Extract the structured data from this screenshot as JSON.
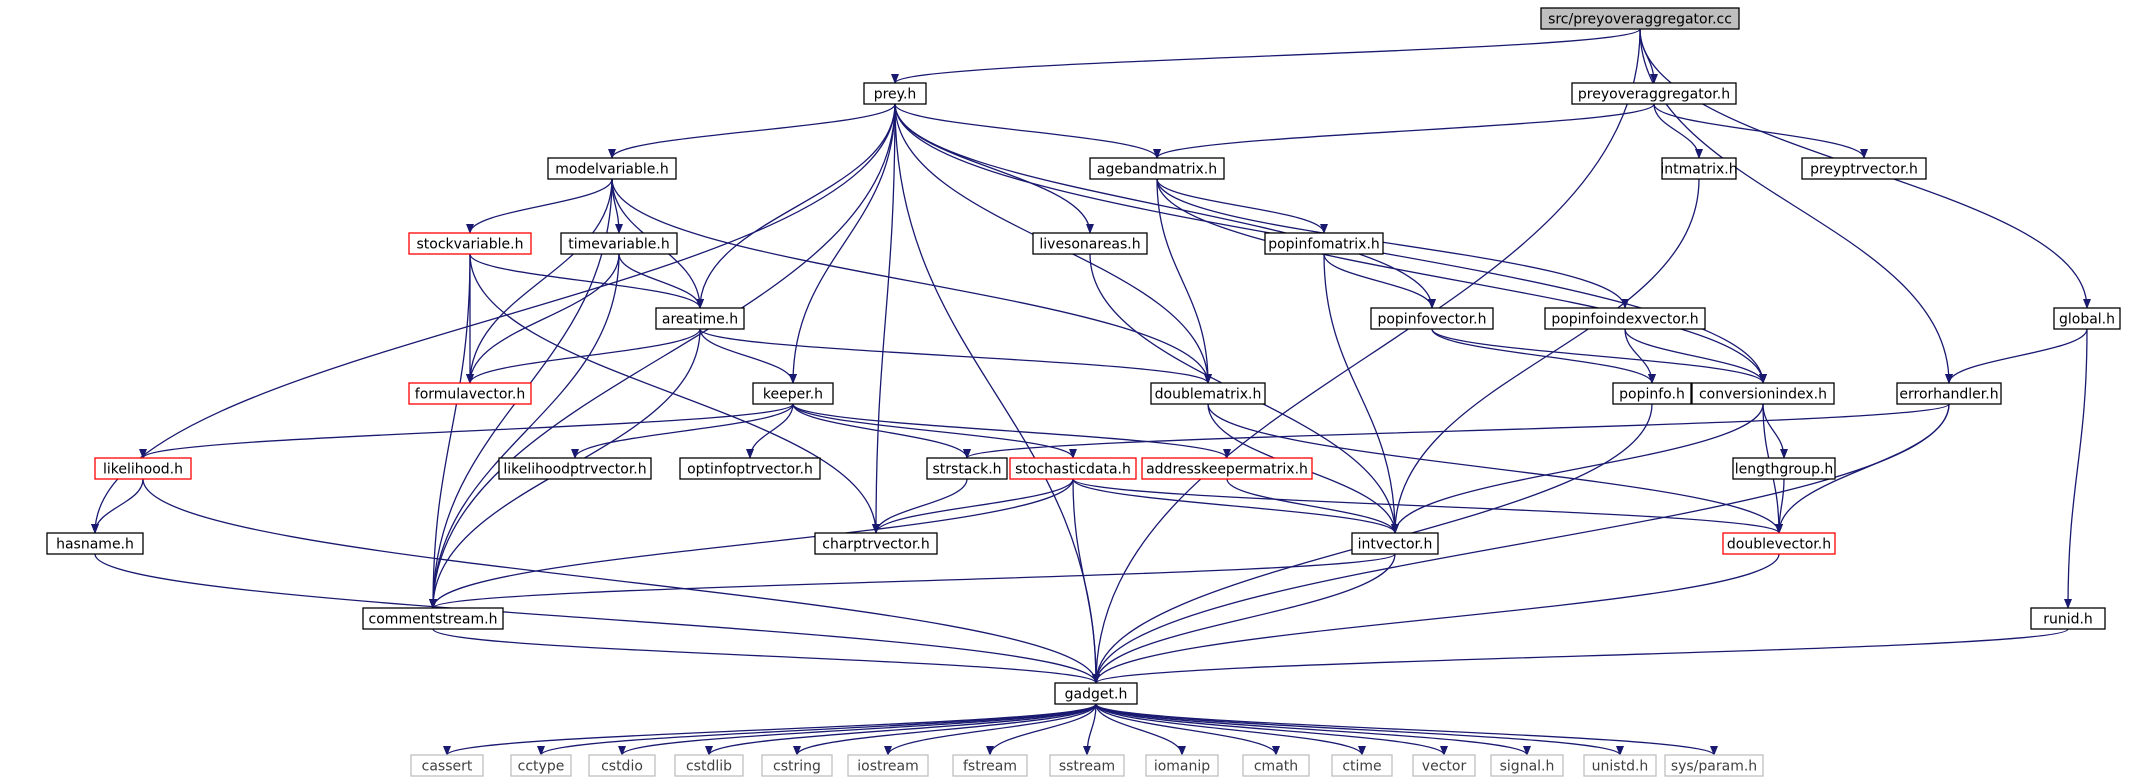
{
  "colors": {
    "edge": "#191970",
    "root_fill": "#bfbfbf",
    "node_border": "#000000",
    "missing_border": "#ff0000",
    "system_border": "#bfbfbf",
    "system_text": "#404040",
    "text": "#000000"
  },
  "nodes": [
    {
      "id": "root",
      "label": "src/preyoveraggregator.cc",
      "kind": "root"
    },
    {
      "id": "prey",
      "label": "prey.h",
      "kind": "normal"
    },
    {
      "id": "preyoveraggregator_h",
      "label": "preyoveraggregator.h",
      "kind": "normal"
    },
    {
      "id": "modelvariable",
      "label": "modelvariable.h",
      "kind": "normal"
    },
    {
      "id": "agebandmatrix",
      "label": "agebandmatrix.h",
      "kind": "normal"
    },
    {
      "id": "intmatrix",
      "label": "intmatrix.h",
      "kind": "normal"
    },
    {
      "id": "preyptrvector",
      "label": "preyptrvector.h",
      "kind": "normal"
    },
    {
      "id": "stockvariable",
      "label": "stockvariable.h",
      "kind": "missing"
    },
    {
      "id": "timevariable",
      "label": "timevariable.h",
      "kind": "normal"
    },
    {
      "id": "livesonareas",
      "label": "livesonareas.h",
      "kind": "normal"
    },
    {
      "id": "popinfomatrix",
      "label": "popinfomatrix.h",
      "kind": "normal"
    },
    {
      "id": "areatime",
      "label": "areatime.h",
      "kind": "normal"
    },
    {
      "id": "popinfovector",
      "label": "popinfovector.h",
      "kind": "normal"
    },
    {
      "id": "popinfoindexvector",
      "label": "popinfoindexvector.h",
      "kind": "normal"
    },
    {
      "id": "global",
      "label": "global.h",
      "kind": "normal"
    },
    {
      "id": "formulavector",
      "label": "formulavector.h",
      "kind": "missing"
    },
    {
      "id": "keeper",
      "label": "keeper.h",
      "kind": "normal"
    },
    {
      "id": "doublematrix",
      "label": "doublematrix.h",
      "kind": "normal"
    },
    {
      "id": "popinfo",
      "label": "popinfo.h",
      "kind": "normal"
    },
    {
      "id": "conversionindex",
      "label": "conversionindex.h",
      "kind": "normal"
    },
    {
      "id": "errorhandler",
      "label": "errorhandler.h",
      "kind": "normal"
    },
    {
      "id": "likelihood",
      "label": "likelihood.h",
      "kind": "missing"
    },
    {
      "id": "likelihoodptrvector",
      "label": "likelihoodptrvector.h",
      "kind": "normal"
    },
    {
      "id": "optinfoptrvector",
      "label": "optinfoptrvector.h",
      "kind": "normal"
    },
    {
      "id": "strstack",
      "label": "strstack.h",
      "kind": "normal"
    },
    {
      "id": "stochasticdata",
      "label": "stochasticdata.h",
      "kind": "missing"
    },
    {
      "id": "addresskeepermatrix",
      "label": "addresskeepermatrix.h",
      "kind": "missing"
    },
    {
      "id": "lengthgroup",
      "label": "lengthgroup.h",
      "kind": "normal"
    },
    {
      "id": "hasname",
      "label": "hasname.h",
      "kind": "normal"
    },
    {
      "id": "charptrvector",
      "label": "charptrvector.h",
      "kind": "normal"
    },
    {
      "id": "intvector",
      "label": "intvector.h",
      "kind": "normal"
    },
    {
      "id": "doublevector",
      "label": "doublevector.h",
      "kind": "missing"
    },
    {
      "id": "commentstream",
      "label": "commentstream.h",
      "kind": "normal"
    },
    {
      "id": "runid",
      "label": "runid.h",
      "kind": "normal"
    },
    {
      "id": "gadget",
      "label": "gadget.h",
      "kind": "normal"
    },
    {
      "id": "cassert",
      "label": "cassert",
      "kind": "system"
    },
    {
      "id": "cctype",
      "label": "cctype",
      "kind": "system"
    },
    {
      "id": "cstdio",
      "label": "cstdio",
      "kind": "system"
    },
    {
      "id": "cstdlib",
      "label": "cstdlib",
      "kind": "system"
    },
    {
      "id": "cstring",
      "label": "cstring",
      "kind": "system"
    },
    {
      "id": "iostream",
      "label": "iostream",
      "kind": "system"
    },
    {
      "id": "fstream",
      "label": "fstream",
      "kind": "system"
    },
    {
      "id": "sstream",
      "label": "sstream",
      "kind": "system"
    },
    {
      "id": "iomanip",
      "label": "iomanip",
      "kind": "system"
    },
    {
      "id": "cmath",
      "label": "cmath",
      "kind": "system"
    },
    {
      "id": "ctime",
      "label": "ctime",
      "kind": "system"
    },
    {
      "id": "vector",
      "label": "vector",
      "kind": "system"
    },
    {
      "id": "signal",
      "label": "signal.h",
      "kind": "system"
    },
    {
      "id": "unistd",
      "label": "unistd.h",
      "kind": "system"
    },
    {
      "id": "sysparam",
      "label": "sys/param.h",
      "kind": "system"
    }
  ],
  "edges": [
    [
      "root",
      "prey"
    ],
    [
      "root",
      "preyoveraggregator_h"
    ],
    [
      "root",
      "errorhandler"
    ],
    [
      "root",
      "global"
    ],
    [
      "root",
      "gadget"
    ],
    [
      "prey",
      "modelvariable"
    ],
    [
      "prey",
      "agebandmatrix"
    ],
    [
      "prey",
      "hasname"
    ],
    [
      "prey",
      "commentstream"
    ],
    [
      "prey",
      "livesonareas"
    ],
    [
      "prey",
      "areatime"
    ],
    [
      "prey",
      "keeper"
    ],
    [
      "prey",
      "charptrvector"
    ],
    [
      "prey",
      "doublematrix"
    ],
    [
      "prey",
      "popinfovector"
    ],
    [
      "prey",
      "conversionindex"
    ],
    [
      "prey",
      "gadget"
    ],
    [
      "preyoveraggregator_h",
      "agebandmatrix"
    ],
    [
      "preyoveraggregator_h",
      "intmatrix"
    ],
    [
      "preyoveraggregator_h",
      "preyptrvector"
    ],
    [
      "modelvariable",
      "stockvariable"
    ],
    [
      "modelvariable",
      "timevariable"
    ],
    [
      "modelvariable",
      "areatime"
    ],
    [
      "modelvariable",
      "formulavector"
    ],
    [
      "modelvariable",
      "commentstream"
    ],
    [
      "modelvariable",
      "doublematrix"
    ],
    [
      "stockvariable",
      "formulavector"
    ],
    [
      "stockvariable",
      "areatime"
    ],
    [
      "stockvariable",
      "commentstream"
    ],
    [
      "stockvariable",
      "charptrvector"
    ],
    [
      "timevariable",
      "areatime"
    ],
    [
      "timevariable",
      "formulavector"
    ],
    [
      "timevariable",
      "commentstream"
    ],
    [
      "areatime",
      "formulavector"
    ],
    [
      "areatime",
      "keeper"
    ],
    [
      "areatime",
      "doublematrix"
    ],
    [
      "areatime",
      "commentstream"
    ],
    [
      "agebandmatrix",
      "popinfomatrix"
    ],
    [
      "agebandmatrix",
      "doublematrix"
    ],
    [
      "agebandmatrix",
      "popinfoindexvector"
    ],
    [
      "agebandmatrix",
      "conversionindex"
    ],
    [
      "intmatrix",
      "intvector"
    ],
    [
      "popinfomatrix",
      "popinfovector"
    ],
    [
      "popinfomatrix",
      "intvector"
    ],
    [
      "popinfovector",
      "popinfo"
    ],
    [
      "popinfovector",
      "conversionindex"
    ],
    [
      "popinfoindexvector",
      "popinfo"
    ],
    [
      "popinfoindexvector",
      "conversionindex"
    ],
    [
      "livesonareas",
      "intvector"
    ],
    [
      "keeper",
      "likelihood"
    ],
    [
      "keeper",
      "likelihoodptrvector"
    ],
    [
      "keeper",
      "optinfoptrvector"
    ],
    [
      "keeper",
      "strstack"
    ],
    [
      "keeper",
      "stochasticdata"
    ],
    [
      "keeper",
      "addresskeepermatrix"
    ],
    [
      "doublematrix",
      "doublevector"
    ],
    [
      "doublematrix",
      "intvector"
    ],
    [
      "conversionindex",
      "lengthgroup"
    ],
    [
      "conversionindex",
      "doublevector"
    ],
    [
      "conversionindex",
      "intvector"
    ],
    [
      "global",
      "errorhandler"
    ],
    [
      "global",
      "runid"
    ],
    [
      "errorhandler",
      "strstack"
    ],
    [
      "errorhandler",
      "doublevector"
    ],
    [
      "errorhandler",
      "gadget"
    ],
    [
      "likelihood",
      "hasname"
    ],
    [
      "likelihood",
      "gadget"
    ],
    [
      "strstack",
      "charptrvector"
    ],
    [
      "stochasticdata",
      "charptrvector"
    ],
    [
      "stochasticdata",
      "intvector"
    ],
    [
      "stochasticdata",
      "doublevector"
    ],
    [
      "stochasticdata",
      "commentstream"
    ],
    [
      "stochasticdata",
      "gadget"
    ],
    [
      "addresskeepermatrix",
      "intvector"
    ],
    [
      "lengthgroup",
      "doublevector"
    ],
    [
      "hasname",
      "gadget"
    ],
    [
      "popinfo",
      "gadget"
    ],
    [
      "intvector",
      "commentstream"
    ],
    [
      "intvector",
      "gadget"
    ],
    [
      "doublevector",
      "gadget"
    ],
    [
      "commentstream",
      "gadget"
    ],
    [
      "runid",
      "gadget"
    ],
    [
      "gadget",
      "cassert"
    ],
    [
      "gadget",
      "cctype"
    ],
    [
      "gadget",
      "cstdio"
    ],
    [
      "gadget",
      "cstdlib"
    ],
    [
      "gadget",
      "cstring"
    ],
    [
      "gadget",
      "iostream"
    ],
    [
      "gadget",
      "fstream"
    ],
    [
      "gadget",
      "sstream"
    ],
    [
      "gadget",
      "iomanip"
    ],
    [
      "gadget",
      "cmath"
    ],
    [
      "gadget",
      "ctime"
    ],
    [
      "gadget",
      "vector"
    ],
    [
      "gadget",
      "signal"
    ],
    [
      "gadget",
      "unistd"
    ],
    [
      "gadget",
      "sysparam"
    ]
  ]
}
